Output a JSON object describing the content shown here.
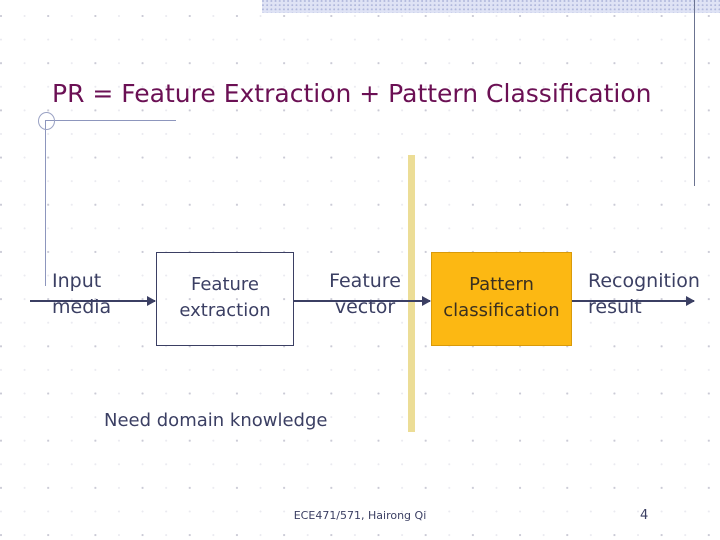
{
  "slide": {
    "title": "PR = Feature Extraction + Pattern Classification",
    "title_color": "#6b1054",
    "background_color": "#ffffff",
    "banner_color": "#dfe3f5",
    "accent_yellow": "#ecdd96",
    "accent_orange": "#fcb813",
    "diagram_ink": "#3b3f63"
  },
  "diagram": {
    "type": "flow",
    "input_label": "Input\nmedia",
    "input_label_line1": "Input",
    "input_label_line2": "media",
    "extraction_box": {
      "line1": "Feature",
      "line2": "extraction",
      "fill": "none",
      "stroke": "#3b3f63"
    },
    "feature_vector_label": {
      "line1": "Feature",
      "line2": "vector"
    },
    "classification_box": {
      "line1": "Pattern",
      "line2": "classification",
      "fill": "#fcb813",
      "stroke": "#d99a0a"
    },
    "result_label": {
      "line1": "Recognition",
      "line2": "result"
    },
    "note": "Need domain knowledge",
    "arrows": [
      {
        "name": "arrow-input-to-extraction"
      },
      {
        "name": "arrow-extraction-to-classification"
      },
      {
        "name": "arrow-classification-to-result"
      }
    ]
  },
  "footer": {
    "course": "ECE471/571, Hairong Qi",
    "page_number": "4"
  }
}
